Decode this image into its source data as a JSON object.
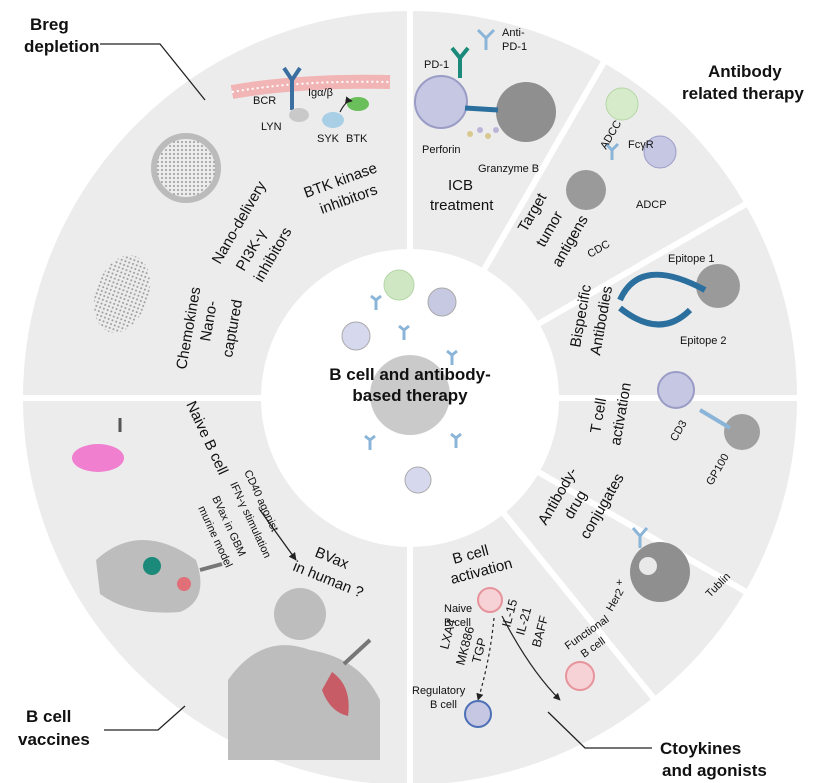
{
  "center": {
    "line1": "B cell and antibody-",
    "line2": "based therapy"
  },
  "corners": {
    "breg": {
      "line1": "Breg",
      "line2": "depletion"
    },
    "antibody": {
      "line1": "Antibody",
      "line2": "related therapy"
    },
    "vaccines": {
      "line1": "B cell",
      "line2": "vaccines"
    },
    "cytokines": {
      "line1": "Ctoykines",
      "line2": "and agonists"
    }
  },
  "breg_panel": {
    "bcr": "BCR",
    "iga": "Igα/β",
    "lyn": "LYN",
    "syk": "SYK",
    "btk": "BTK",
    "btk_inh1": "BTK kinase",
    "btk_inh2": "inhibitors",
    "nano1": "Nano-delivery",
    "nano2": "PI3K-γ",
    "nano3": "inhibitors",
    "chem1": "Chemokines",
    "chem2": "Nano-",
    "chem3": "captured"
  },
  "icb_panel": {
    "anti1": "Anti-",
    "anti2": "PD-1",
    "pd1": "PD-1",
    "perforin": "Perforin",
    "granzyme": "Granzyme B",
    "icb1": "ICB",
    "icb2": "treatment"
  },
  "target_panel": {
    "adcc": "ADCC",
    "fcyr": "FcγR",
    "adcp": "ADCP",
    "cdc": "CDC",
    "t1": "Target",
    "t2": "tumor",
    "t3": "antigens"
  },
  "bispecific_panel": {
    "ep1": "Epitope 1",
    "ep2": "Epitope 2",
    "b1": "Bispecific",
    "b2": "Antibodies"
  },
  "tcell_panel": {
    "t1": "T cell",
    "t2": "activation",
    "cd3": "CD3",
    "gp100": "GP100"
  },
  "adc_panel": {
    "a1": "Antibody-",
    "a2": "drug",
    "a3": "conjugates",
    "her2": "Her2",
    "her2sup": "+",
    "tublin": "Tublin"
  },
  "cytokine_panel": {
    "bact1": "B cell",
    "bact2": "activation",
    "naive1": "Naive",
    "naive2": "B cell",
    "lxa4": "LXA4",
    "mk886": "MK886",
    "tgp": "TGP",
    "il15": "IL-15",
    "il21": "IL-21",
    "baff": "BAFF",
    "func1": "Functional",
    "func2": "B cell",
    "reg1": "Regulatory",
    "reg2": "B cell"
  },
  "vaccine_panel": {
    "naive": "Naive B cell",
    "cd40": "CD40 agonist",
    "ifn": "IFN-γ stimulation",
    "bvax1": "BVax in GBM",
    "bvax2": "murine model",
    "human1": "BVax",
    "human2": "in human ?"
  },
  "colors": {
    "panel": "#ededed",
    "cell_blue": "#c9cbe6",
    "tumor": "#8e8e8e",
    "antibody": "#8bb5d8",
    "antibody_dark": "#2a6f9e",
    "teal": "#1b8a7a",
    "green": "#7bbf5c",
    "pink": "#f3b3bd",
    "red_cell": "#e7939b"
  }
}
